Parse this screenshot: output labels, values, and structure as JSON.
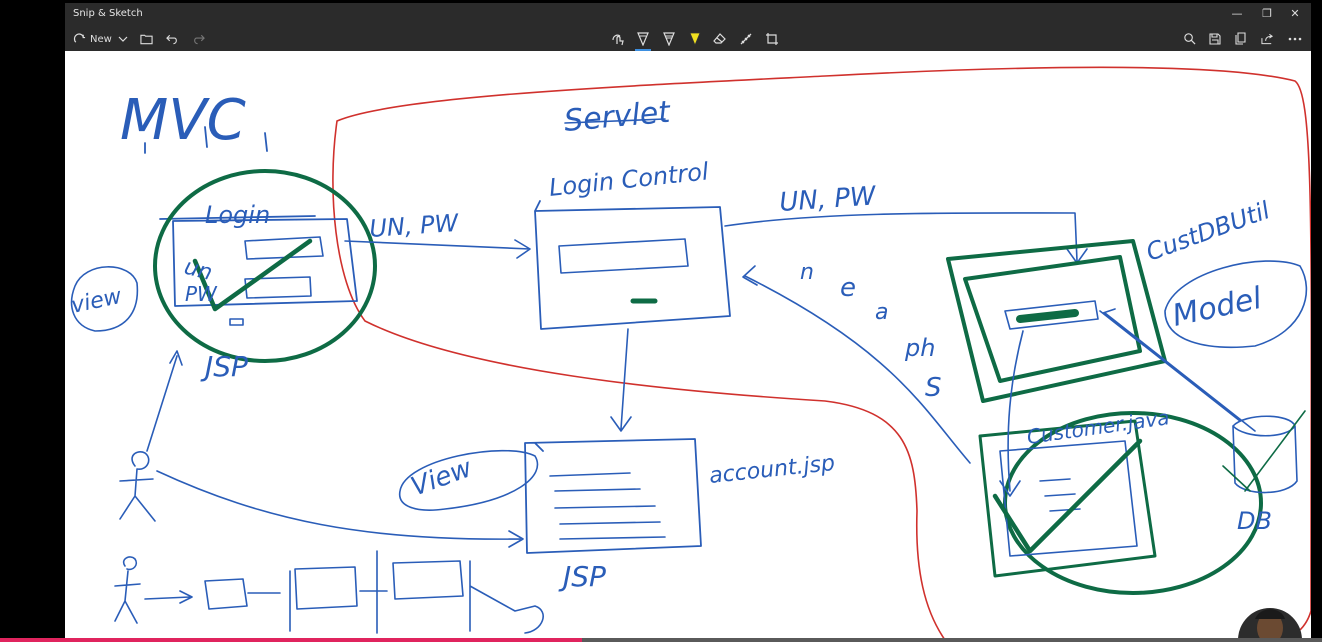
{
  "app": {
    "title": "Snip & Sketch",
    "new_label": "New"
  },
  "toolbar": {
    "left_icons": [
      "new-snip-icon",
      "chevron-down-icon",
      "open-folder-icon",
      "undo-icon",
      "redo-icon"
    ],
    "center_icons": [
      "touch-writing-icon",
      "ballpoint-pen-icon",
      "pencil-icon",
      "highlighter-icon",
      "eraser-icon",
      "ruler-icon",
      "crop-icon"
    ],
    "right_icons": [
      "zoom-icon",
      "save-icon",
      "copy-icon",
      "share-icon",
      "more-icon"
    ],
    "active_tool": "ballpoint-pen-icon",
    "highlighter_color": "#f0e020"
  },
  "window_controls": {
    "minimize": "—",
    "maximize": "❐",
    "close": "✕"
  },
  "sketch": {
    "mvc": "MVC",
    "servlet": "Servlet",
    "login_control": "Login Control",
    "login": "Login",
    "un_pw_left": "UN, PW",
    "un_pw_top": "UN, PW",
    "view_left": "view",
    "view_center": "View",
    "model": "Model",
    "jsp_left": "JSP",
    "jsp_center": "JSP",
    "account_jsp": "account.jsp",
    "cust_db_util": "CustDBUtil",
    "customer_java": "Customer.java",
    "db": "DB",
    "un": "un",
    "pw": "PW",
    "letters": [
      "n",
      "e",
      "a",
      "ph",
      "S"
    ],
    "pen_blue": "#2a5db8",
    "pen_green": "#0e6b45",
    "pen_red": "#d0312d"
  },
  "video": {
    "progress_percent": 44
  }
}
